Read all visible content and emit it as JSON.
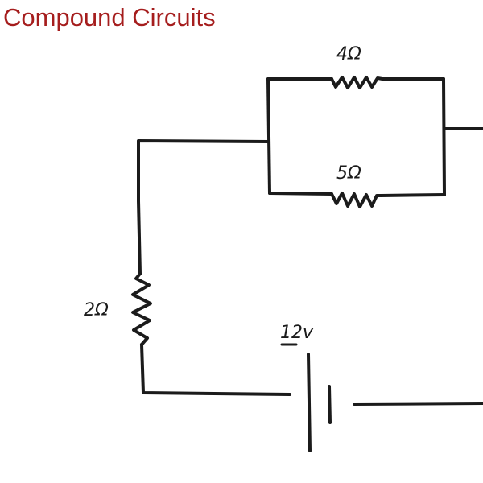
{
  "title": "Compound Circuits",
  "colors": {
    "title": "#a51d1d",
    "ink": "#1b1b1b",
    "background": "#ffffff"
  },
  "components": {
    "r_parallel_top": {
      "label": "4Ω"
    },
    "r_parallel_bottom": {
      "label": "5Ω"
    },
    "r_series": {
      "label": "2Ω"
    },
    "battery": {
      "label": "12v"
    }
  }
}
